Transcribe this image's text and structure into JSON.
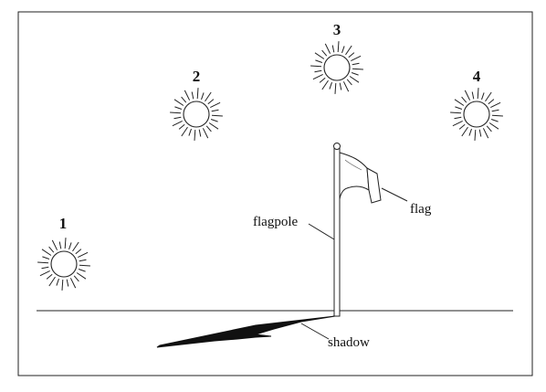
{
  "suns": [
    {
      "id": "1",
      "label": "1"
    },
    {
      "id": "2",
      "label": "2"
    },
    {
      "id": "3",
      "label": "3"
    },
    {
      "id": "4",
      "label": "4"
    }
  ],
  "labels": {
    "flagpole": "flagpole",
    "flag": "flag",
    "shadow": "shadow"
  },
  "colors": {
    "stroke": "#222222",
    "background": "#ffffff"
  }
}
